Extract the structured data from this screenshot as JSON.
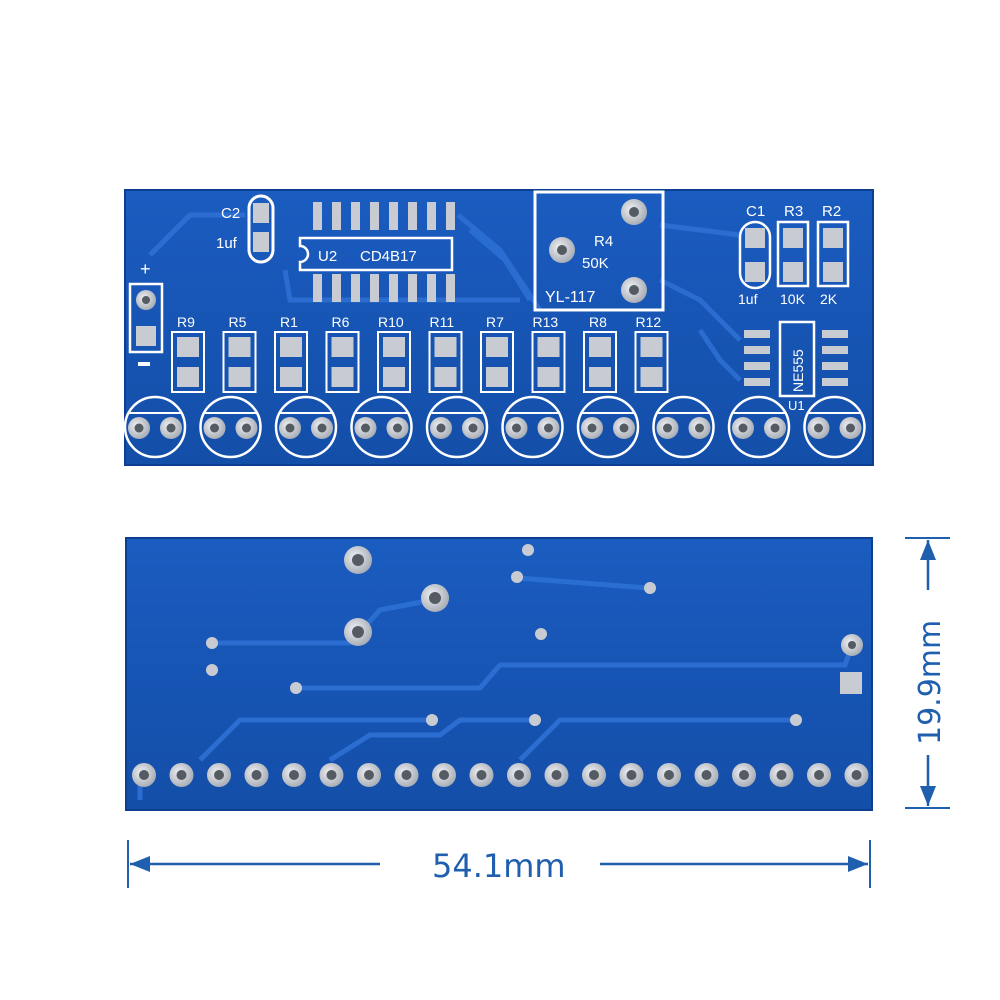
{
  "top_board": {
    "resistor_labels": [
      "R9",
      "R5",
      "R1",
      "R6",
      "R10",
      "R11",
      "R7",
      "R13",
      "R8",
      "R12"
    ],
    "c2_label": "C2",
    "c2_value": "1uf",
    "u2_label": "U2",
    "u2_chip": "CD4B17",
    "r4_label": "R4",
    "r4_value": "50K",
    "module_label": "YL-117",
    "c1_label": "C1",
    "r3_label": "R3",
    "r2_label": "R2",
    "c1_value": "1uf",
    "r3_value": "10K",
    "r2_value": "2K",
    "u1_chip": "NE555",
    "u1_label": "U1"
  },
  "dimensions": {
    "width": "54.1mm",
    "height": "19.9mm"
  },
  "colors": {
    "board": "#1753b3",
    "board_edge": "#0d3f90",
    "pad": "#c8ccd2",
    "silk": "#ffffff",
    "dimension": "#1f5fae"
  }
}
